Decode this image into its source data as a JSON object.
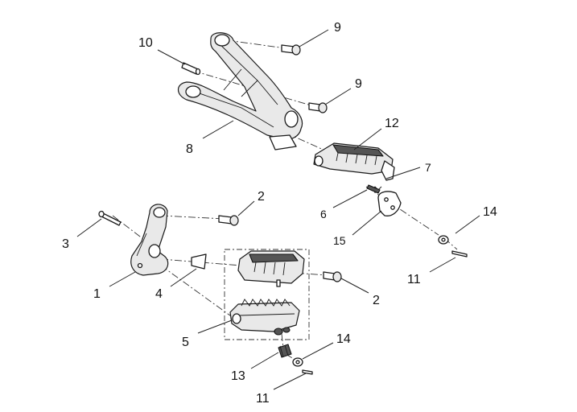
{
  "callouts": {
    "c1": "1",
    "c2a": "2",
    "c2b": "2",
    "c3": "3",
    "c4": "4",
    "c5": "5",
    "c6": "6",
    "c7": "7",
    "c8": "8",
    "c9a": "9",
    "c9b": "9",
    "c10": "10",
    "c11a": "11",
    "c11b": "11",
    "c12": "12",
    "c13": "13",
    "c14a": "14",
    "c14b": "14",
    "c15": "15"
  }
}
